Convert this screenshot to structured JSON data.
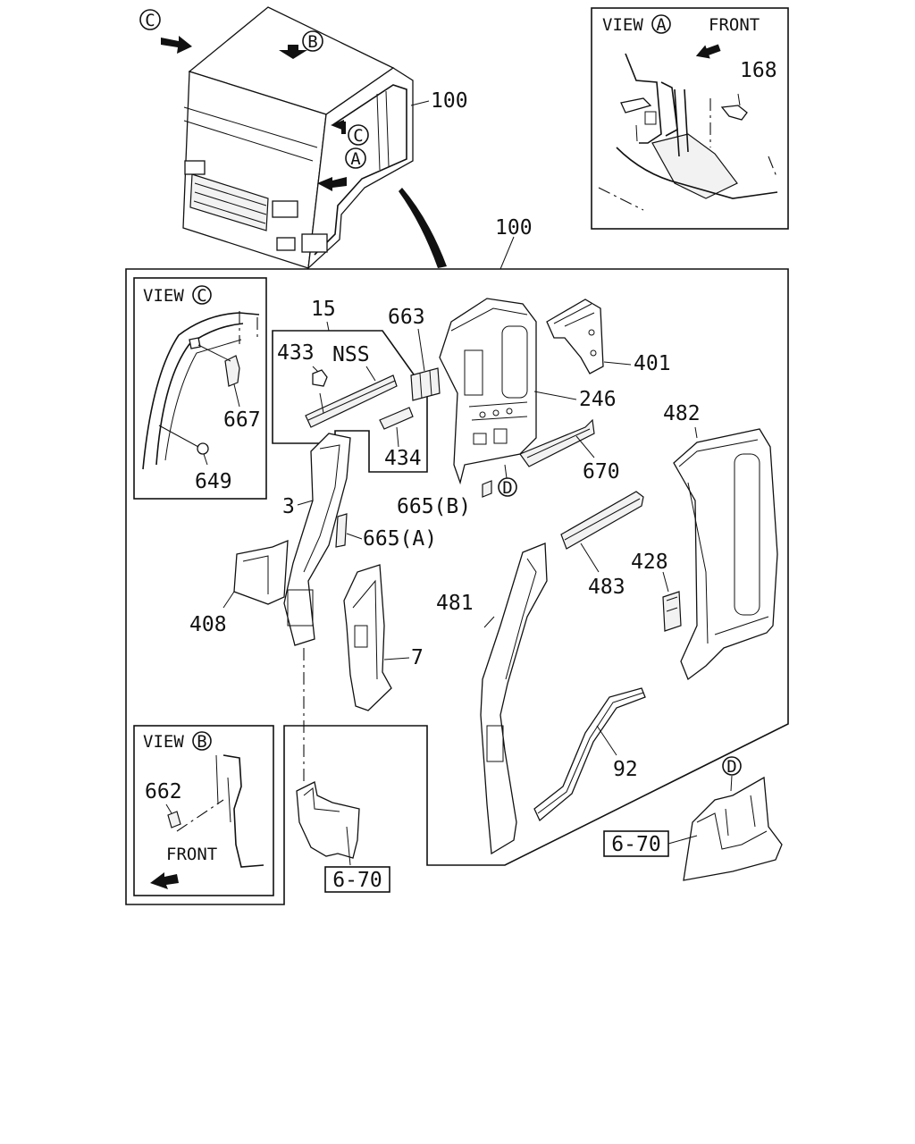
{
  "views": {
    "view_a_title": "VIEW",
    "view_a_letter": "A",
    "view_b_title": "VIEW",
    "view_b_letter": "B",
    "view_c_title": "VIEW",
    "view_c_letter": "C",
    "front_label": "FRONT"
  },
  "markers": {
    "a": "A",
    "b": "B",
    "c": "C",
    "d": "D"
  },
  "callouts": {
    "p100_top": "100",
    "p100_box": "100",
    "p168": "168",
    "p15": "15",
    "p433": "433",
    "nss": "NSS",
    "p663": "663",
    "p401": "401",
    "p246": "246",
    "p434": "434",
    "p482": "482",
    "p667": "667",
    "p649": "649",
    "p670": "670",
    "p665b": "665(B)",
    "p3": "3",
    "p665a": "665(A)",
    "p428": "428",
    "p483": "483",
    "p408": "408",
    "p481": "481",
    "p7": "7",
    "p662": "662",
    "p92": "92",
    "ref_670_left": "6-70",
    "ref_670_right": "6-70"
  },
  "colors": {
    "line": "#111111",
    "background": "#ffffff"
  }
}
